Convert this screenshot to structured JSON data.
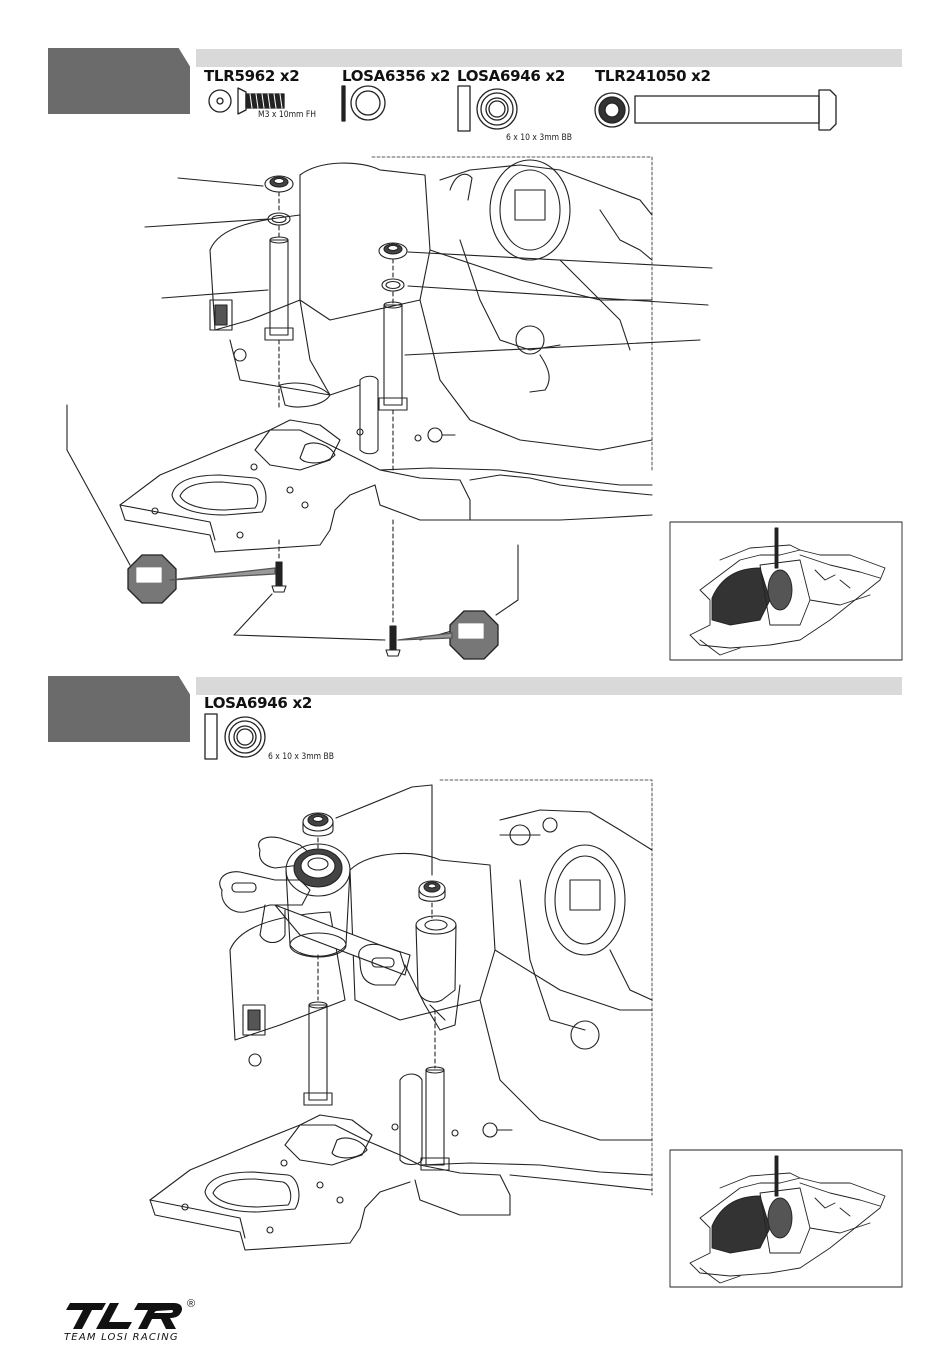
{
  "step1": {
    "parts": [
      {
        "part_number": "TLR5962 x2",
        "note": "M3 x 10mm FH",
        "icon": "flat-head-screw-icon"
      },
      {
        "part_number": "LOSA6356 x2",
        "note": "",
        "icon": "shim-washer-icon"
      },
      {
        "part_number": "LOSA6946 x2",
        "note": "6 x 10 x 3mm BB",
        "icon": "ball-bearing-icon"
      },
      {
        "part_number": "TLR241050 x2",
        "note": "",
        "icon": "steering-post-icon"
      }
    ]
  },
  "step2": {
    "parts": [
      {
        "part_number": "LOSA6946 x2",
        "note": "6 x 10 x 3mm BB",
        "icon": "ball-bearing-icon"
      }
    ]
  },
  "logo": {
    "mark": "TLR",
    "subtitle": "TEAM LOSI RACING",
    "registered": "®"
  },
  "colors": {
    "step_tab": "#6b6b6b",
    "step_bar": "#d9d9d9",
    "thread_lock_callout": "#777777",
    "line_art": "#222222"
  }
}
